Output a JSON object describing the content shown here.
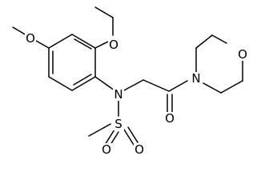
{
  "molecule": {
    "atoms": {
      "o_ortho": "O",
      "o_para": "O",
      "n_sulfonamide": "N",
      "o_carbonyl": "O",
      "n_morpholine": "N",
      "o_morpholine": "O",
      "s_sulfonyl": "S",
      "o_sulfonyl_left": "O",
      "o_sulfonyl_right": "O"
    }
  }
}
